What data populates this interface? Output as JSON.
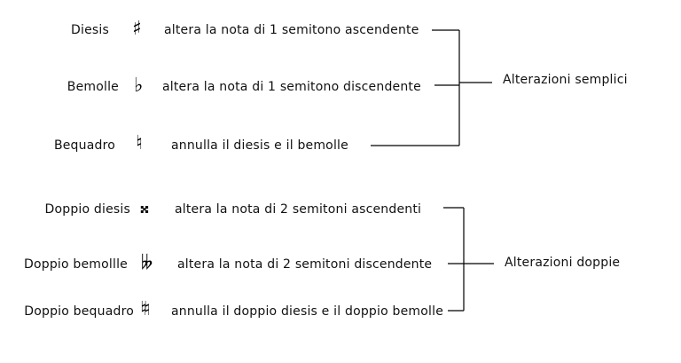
{
  "simple": {
    "rows": [
      {
        "name": "Diesis",
        "symbol": "♯",
        "description": "altera la nota di 1 semitono ascendente"
      },
      {
        "name": "Bemolle",
        "symbol": "♭",
        "description": "altera la nota di 1 semitono discendente"
      },
      {
        "name": "Bequadro",
        "symbol": "♮",
        "description": "annulla il diesis e il bemolle"
      }
    ],
    "group_label": "Alterazioni semplici"
  },
  "double": {
    "rows": [
      {
        "name": "Doppio diesis",
        "symbol": "𝄪",
        "description": "altera la nota di 2 semitoni ascendenti"
      },
      {
        "name": "Doppio bemollle",
        "symbol": "𝄫",
        "description": "altera la nota di 2 semitoni discendente"
      },
      {
        "name": "Doppio bequadro",
        "symbol": "♮♮",
        "description": "annulla il doppio diesis e il doppio bemolle"
      }
    ],
    "group_label": "Alterazioni doppie"
  },
  "line_color": "#000000"
}
